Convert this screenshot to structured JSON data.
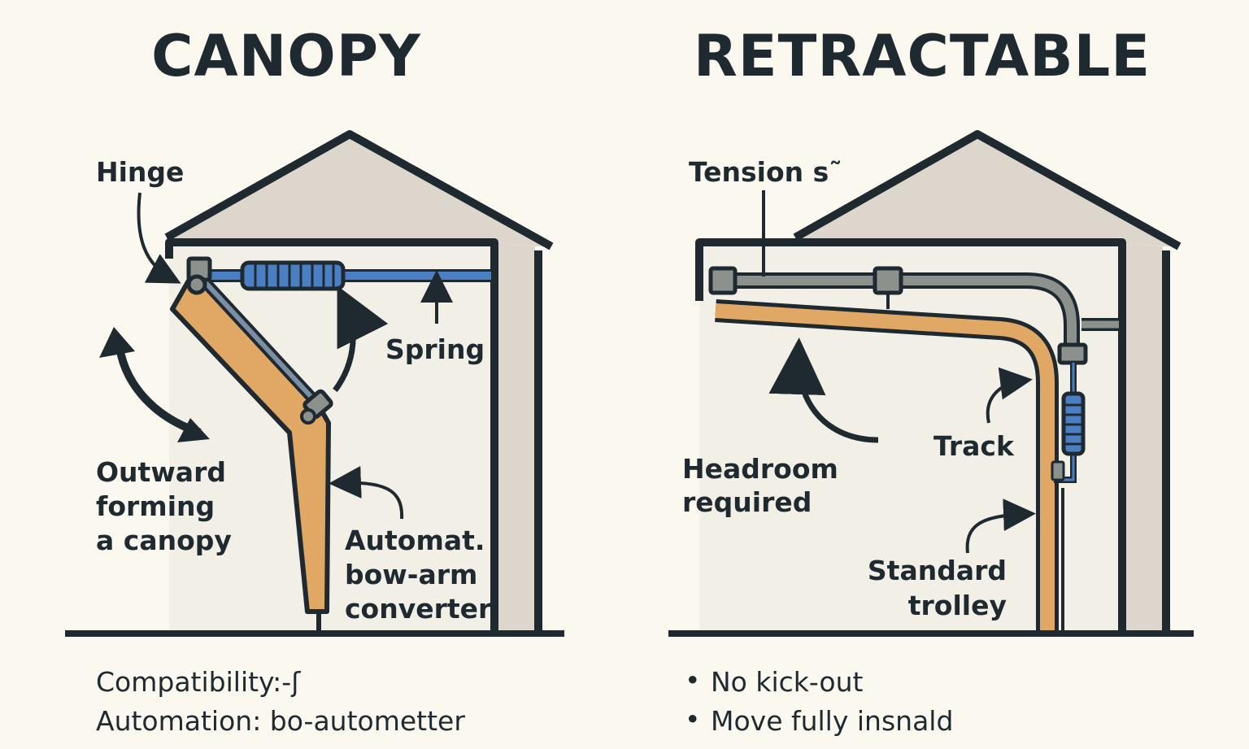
{
  "canopy": {
    "title": "CANOPY",
    "labels": {
      "hinge": "Hinge",
      "spring": "Spring",
      "outward_line1": "Outward",
      "outward_line2": "forming",
      "outward_line3": "a canopy",
      "converter_line1": "Automat.",
      "converter_line2": "bow-arm",
      "converter_line3": "converter"
    },
    "notes": [
      "Compatibility:-ʃ",
      "Automation: bo-autometter"
    ]
  },
  "retractable": {
    "title": "RETRACTABLE",
    "labels": {
      "tension": "Tension s˜",
      "track": "Track",
      "headroom_line1": "Headroom",
      "headroom_line2": "required",
      "trolley_line1": "Standard",
      "trolley_line2": "trolley"
    },
    "bullets": [
      "No kick-out",
      "Move fully insnald"
    ],
    "bullet_symbol": "•"
  },
  "colors": {
    "background": "#fbf8ef",
    "ink": "#1f2a30",
    "wall": "#dcd6cc",
    "interior": "#f2efe7",
    "wood": "#e1a765",
    "spring": "#4a7fc3",
    "track": "#8d918d"
  }
}
